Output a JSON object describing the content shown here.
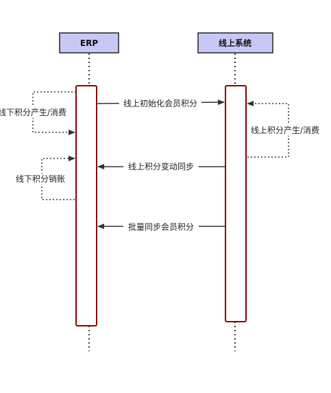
{
  "participants": {
    "erp": "ERP",
    "online": "线上系统"
  },
  "messages": {
    "offline_generate": "线下积分产生/消费",
    "init_points": "线上初始化会员积分",
    "online_generate": "线上积分产生/消费",
    "sync_changes": "线上积分变动同步",
    "offline_writeoff": "线下积分销账",
    "batch_sync": "批量同步会员积分"
  },
  "colors": {
    "participant_fill": "#c8c8f8",
    "activation_stroke": "#8b0000",
    "line": "#333333"
  }
}
